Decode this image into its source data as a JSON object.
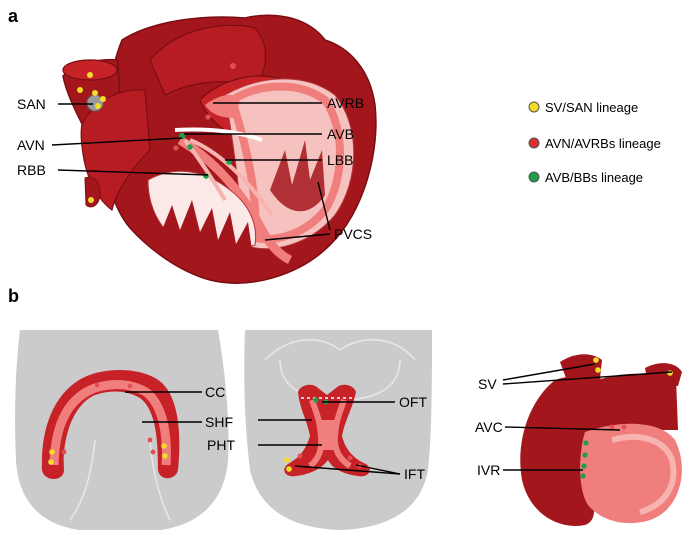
{
  "panels": {
    "a": "a",
    "b": "b"
  },
  "legend": [
    {
      "label": "SV/SAN lineage",
      "color": "#f3dd27"
    },
    {
      "label": "AVN/AVRBs lineage",
      "color": "#d9312c"
    },
    {
      "label": "AVB/BBs lineage",
      "color": "#1f9c4c"
    }
  ],
  "heart_labels": {
    "san": "SAN",
    "avn": "AVN",
    "rbb": "RBB",
    "avrb": "AVRB",
    "avb": "AVB",
    "lbb": "LBB",
    "pvcs": "PVCS"
  },
  "embryo_labels": {
    "cc": "CC",
    "shf": "SHF",
    "oft": "OFT",
    "pht": "PHT",
    "ift": "IFT",
    "sv": "SV",
    "avc": "AVC",
    "ivr": "IVR"
  },
  "colors": {
    "dark_red": "#a3161c",
    "mid_red": "#c82229",
    "light_pink": "#f07e7c",
    "pale_pink": "#f6b3b0",
    "gray": "#cbcbcb",
    "yellow": "#f3dd27",
    "green": "#1f9c4c"
  }
}
